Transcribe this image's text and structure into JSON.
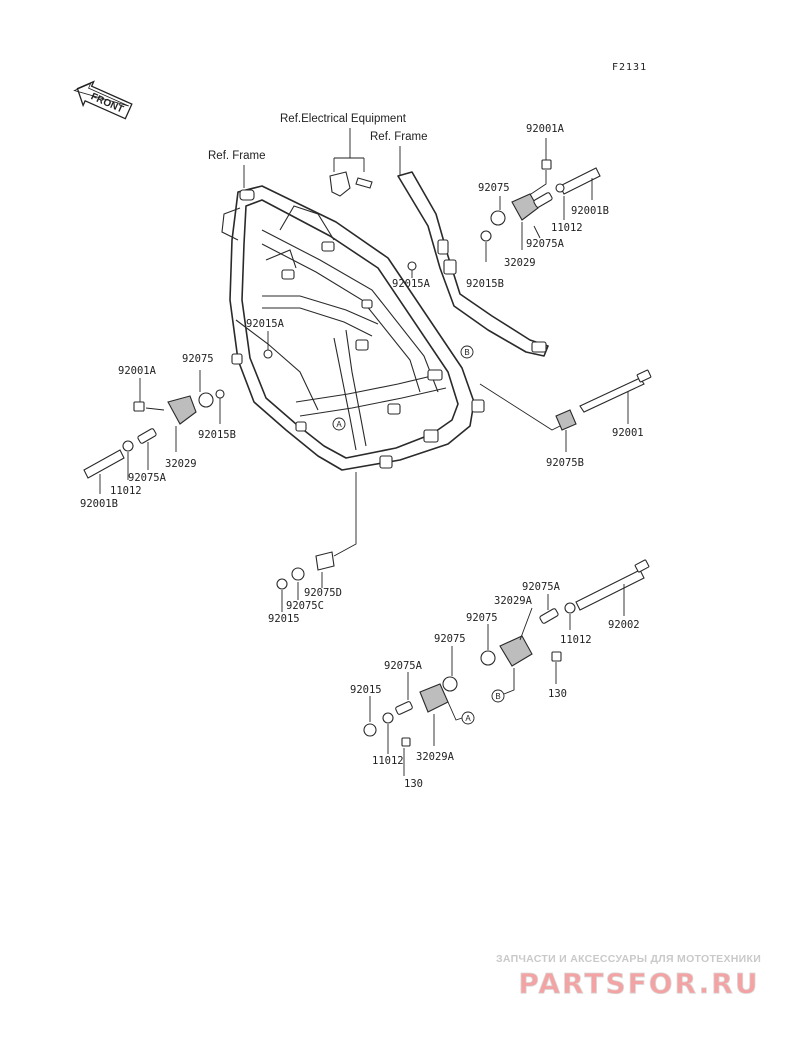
{
  "figure_code": "F2131",
  "front_label": "FRONT",
  "references": {
    "electrical": "Ref.Electrical Equipment",
    "frame_left": "Ref. Frame",
    "frame_right": "Ref. Frame"
  },
  "callouts": {
    "a": "A",
    "b": "B"
  },
  "parts": {
    "p92001A_tr": "92001A",
    "p92075_tr": "92075",
    "p92001B_tr": "92001B",
    "p11012_tr": "11012",
    "p92075A_tr": "92075A",
    "p32029_tr": "32029",
    "p92015A_tr": "92015A",
    "p92015B_tr": "92015B",
    "p92015A_mid": "92015A",
    "p92001A_l": "92001A",
    "p92075_l": "92075",
    "p92015B_l": "92015B",
    "p32029_l": "32029",
    "p92075A_l": "92075A",
    "p11012_l": "11012",
    "p92001B_l": "92001B",
    "p92001_r": "92001",
    "p92075B": "92075B",
    "p92075D": "92075D",
    "p92075C": "92075C",
    "p92015_c": "92015",
    "p92075A_br": "92075A",
    "p32029A_br": "32029A",
    "p92075_br": "92075",
    "p11012_br": "11012",
    "p92002": "92002",
    "p130_br": "130",
    "p92075_bl": "92075",
    "p92075A_bl": "92075A",
    "p92015_bl": "92015",
    "p11012_bl": "11012",
    "p32029A_bl": "32029A",
    "p130_bl": "130"
  },
  "watermark": {
    "tagline": "ЗАПЧАСТИ И АКСЕССУАРЫ ДЛЯ МОТОТЕХНИКИ",
    "logo": "PARTSFOR.RU"
  },
  "colors": {
    "line": "#2a2a2a",
    "watermark_text": "#c9c9c9",
    "logo_red": "#f08a8a"
  }
}
